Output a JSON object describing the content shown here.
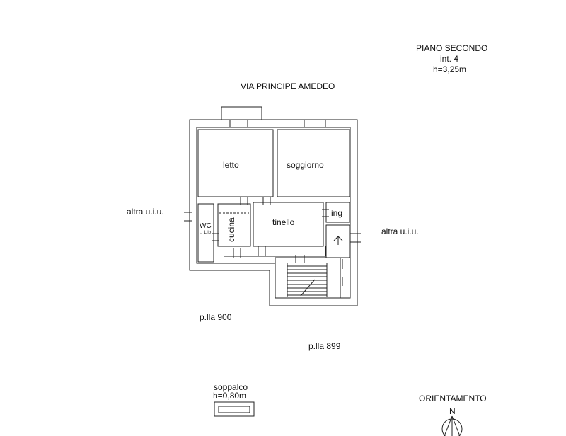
{
  "header": {
    "floor": "PIANO SECONDO",
    "unit": "int. 4",
    "height": "h=3,25m"
  },
  "street": "VIA PRINCIPE AMEDEO",
  "rooms": {
    "letto": "letto",
    "soggiorno": "soggiorno",
    "ing": "ing",
    "tinello": "tinello",
    "cucina": "cucina",
    "wc": "WC",
    "wc_note": "← Lllb"
  },
  "neighbors": {
    "left": "altra u.i.u.",
    "right": "altra u.i.u."
  },
  "parcels": {
    "p900": "p.lla 900",
    "p899": "p.lla 899"
  },
  "mezzanine": {
    "label": "soppalco",
    "height": "h=0,80m"
  },
  "orientation": {
    "label": "ORIENTAMENTO",
    "north": "N"
  }
}
